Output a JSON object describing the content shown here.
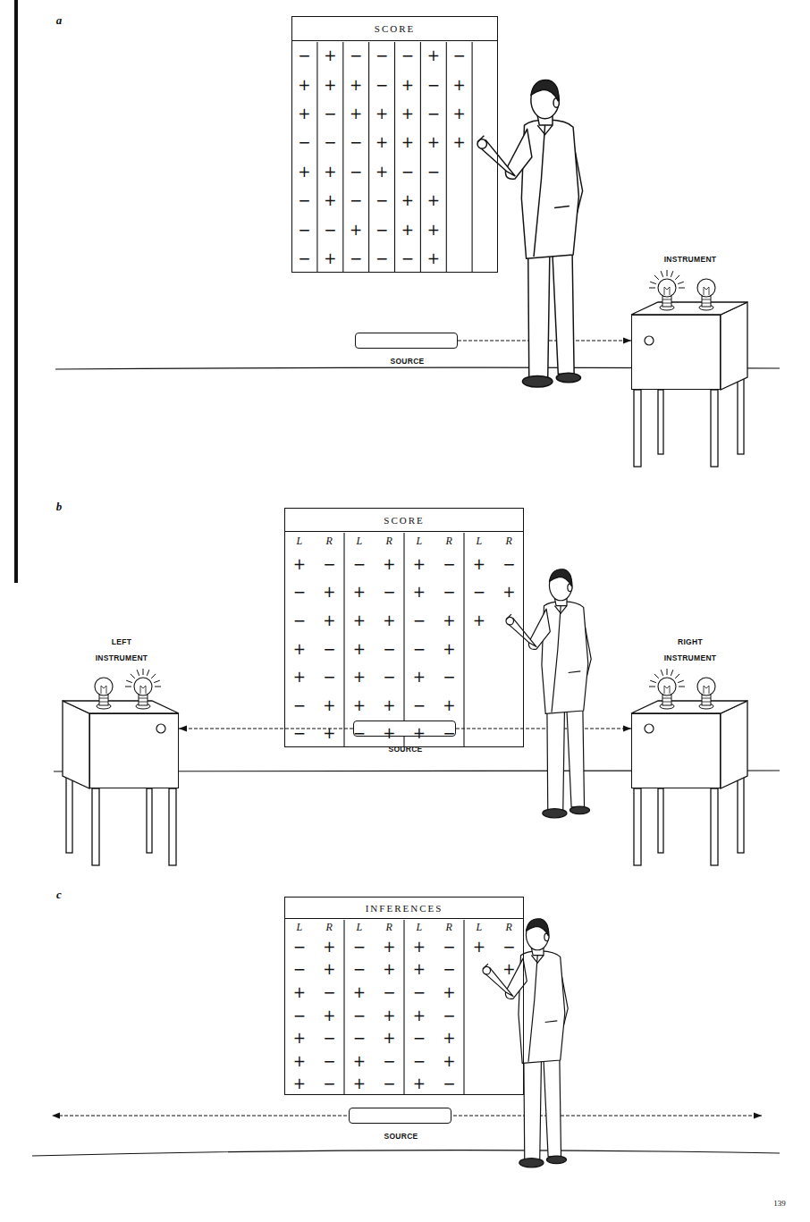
{
  "diagram": {
    "nodes": [
      {
        "text": [
          "SCORE"
        ]
      },
      {
        "text": [
          "INSTRUMENT"
        ]
      },
      {
        "text": [
          "SOURCE"
        ]
      },
      {
        "text": [
          "SCORE"
        ]
      },
      {
        "text": [
          "LEFT INSTRUMENT"
        ]
      },
      {
        "text": [
          "RIGHT INSTRUMENT"
        ]
      },
      {
        "text": [
          "SOURCE"
        ]
      },
      {
        "text": [
          "INFERENCES"
        ]
      },
      {
        "text": [
          "SOURCE"
        ]
      }
    ],
    "edges": [
      {
        "from": 2,
        "to": 1,
        "arrow": "to"
      },
      {
        "from": 6,
        "to": 4,
        "arrow": "to"
      },
      {
        "from": 6,
        "to": 5,
        "arrow": "to"
      }
    ],
    "labels": [
      "a",
      "−",
      "+",
      "+",
      "−",
      "+",
      "−",
      "−",
      "−",
      "+",
      "+",
      "−",
      "−",
      "+",
      "+",
      "−",
      "+",
      "−",
      "+",
      "+",
      "−",
      "−",
      "−",
      "+",
      "−",
      "−",
      "−",
      "+",
      "+",
      "+",
      "−",
      "−",
      "−",
      "−",
      "+",
      "+",
      "+",
      "−",
      "+",
      "+",
      "−",
      "+",
      "−",
      "−",
      "+",
      "−",
      "+",
      "+",
      "+",
      "−",
      "+",
      "+",
      "+",
      "b",
      "L",
      "R",
      "L",
      "R",
      "L",
      "R",
      "L",
      "R",
      "+",
      "−",
      "−",
      "+",
      "+",
      "−",
      "−",
      "−",
      "+",
      "+",
      "−",
      "−",
      "+",
      "+",
      "−",
      "+",
      "+",
      "+",
      "+",
      "+",
      "−",
      "+",
      "−",
      "+",
      "−",
      "−",
      "+",
      "+",
      "+",
      "+",
      "−",
      "−",
      "+",
      "−",
      "+",
      "−",
      "−",
      "+",
      "+",
      "−",
      "+",
      "−",
      "+",
      "−",
      "+",
      "−",
      "+",
      "c",
      "L",
      "R",
      "L",
      "R",
      "L",
      "R",
      "L",
      "R",
      "−",
      "−",
      "+",
      "−",
      "+",
      "+",
      "+",
      "+",
      "+",
      "−",
      "+",
      "−",
      "−",
      "−",
      "−",
      "−",
      "+",
      "−",
      "−",
      "+",
      "+",
      "+",
      "+",
      "−",
      "+",
      "+",
      "−",
      "−",
      "+",
      "+",
      "−",
      "+",
      "−",
      "−",
      "+",
      "−",
      "−",
      "+",
      "−",
      "+",
      "+",
      "−",
      "+",
      "−",
      "+",
      "139"
    ]
  }
}
